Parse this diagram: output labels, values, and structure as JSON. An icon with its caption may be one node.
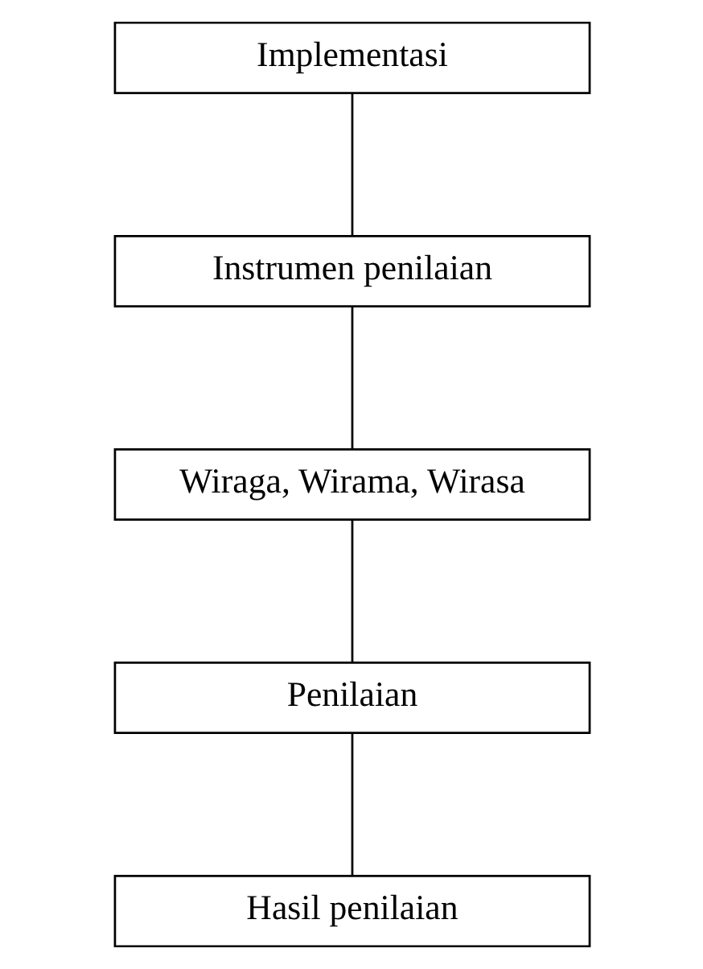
{
  "diagram": {
    "nodes": [
      {
        "text": [
          "Implementasi"
        ]
      },
      {
        "text": [
          "Instrumen penilaian"
        ]
      },
      {
        "text": [
          "Wiraga, Wirama, Wirasa"
        ]
      },
      {
        "text": [
          "Penilaian"
        ]
      },
      {
        "text": [
          "Hasil penilaian"
        ]
      }
    ],
    "edges": [
      {
        "from": 0,
        "to": 1,
        "arrow": "none"
      },
      {
        "from": 1,
        "to": 2,
        "arrow": "none"
      },
      {
        "from": 2,
        "to": 3,
        "arrow": "none"
      },
      {
        "from": 3,
        "to": 4,
        "arrow": "none"
      }
    ]
  }
}
